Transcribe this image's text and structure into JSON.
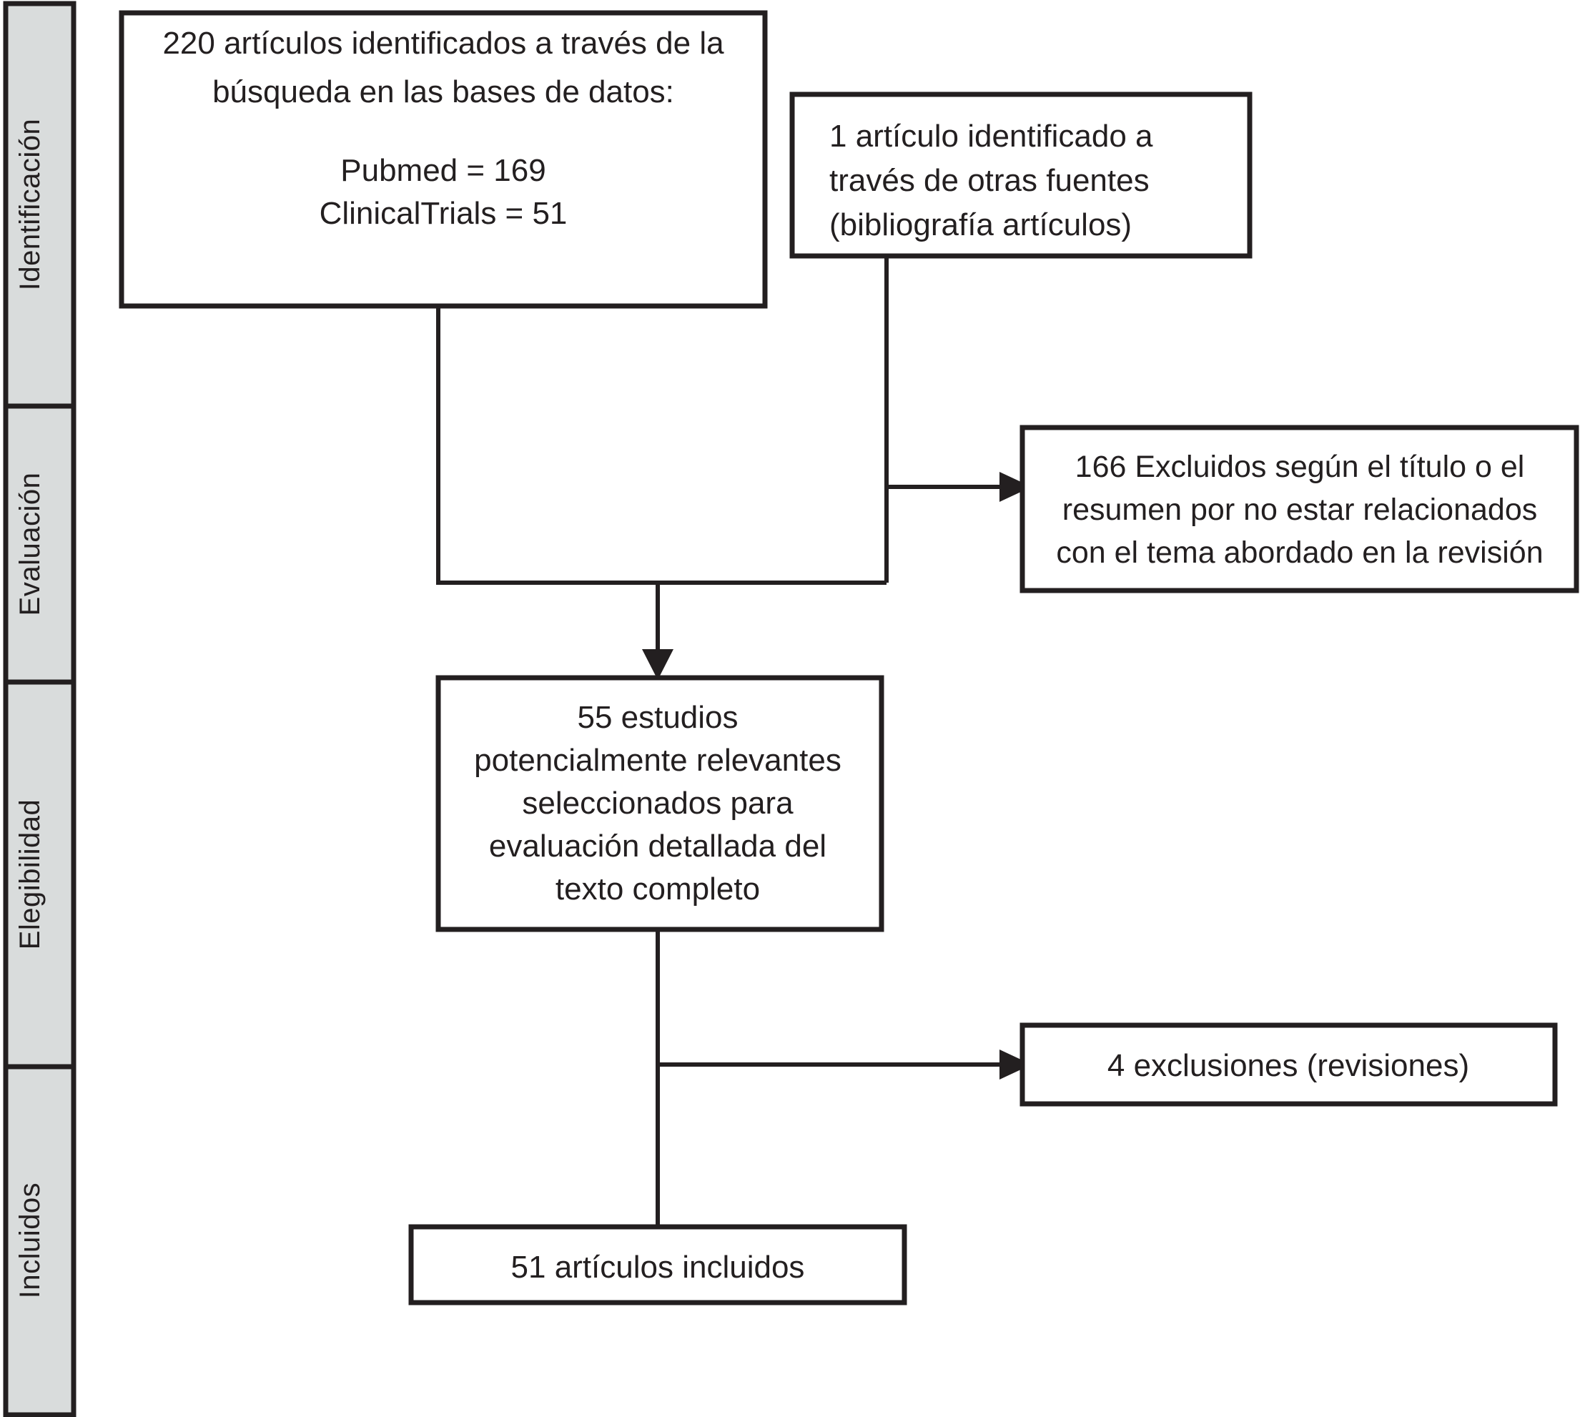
{
  "diagram": {
    "type": "prisma-flow-diagram",
    "language": "es",
    "stages": [
      {
        "id": "identificacion",
        "label": "Identificación"
      },
      {
        "id": "evaluacion",
        "label": "Evaluación"
      },
      {
        "id": "elegibilidad",
        "label": "Elegibilidad"
      },
      {
        "id": "incluidos",
        "label": "Incluidos"
      }
    ],
    "nodes": {
      "records_identified": {
        "count": 220,
        "lines": [
          "220 artículos identificados a través de la",
          "búsqueda en las bases de datos:"
        ],
        "sources": [
          "Pubmed =  169",
          "ClinicalTrials = 51"
        ]
      },
      "other_sources": {
        "count": 1,
        "lines": [
          "1 artículo identificado a",
          "través de otras fuentes",
          "(bibliografía artículos)"
        ]
      },
      "excluded_title_abstract": {
        "count": 166,
        "lines": [
          "166 Excluidos según el título o el",
          "resumen por no estar relacionados",
          "con el tema abordado en la revisión"
        ]
      },
      "full_text_assessed": {
        "count": 55,
        "lines": [
          "55 estudios",
          "potencialmente relevantes",
          "seleccionados para",
          "evaluación detallada del",
          "texto completo"
        ]
      },
      "excluded_reviews": {
        "count": 4,
        "lines": [
          "4 exclusiones (revisiones)"
        ]
      },
      "included_studies": {
        "count": 51,
        "lines": [
          "51 artículos incluidos"
        ]
      }
    },
    "colors": {
      "band_fill": "#d9dcdc",
      "stroke": "#231f20",
      "box_fill": "#ffffff",
      "text": "#231f20"
    }
  }
}
